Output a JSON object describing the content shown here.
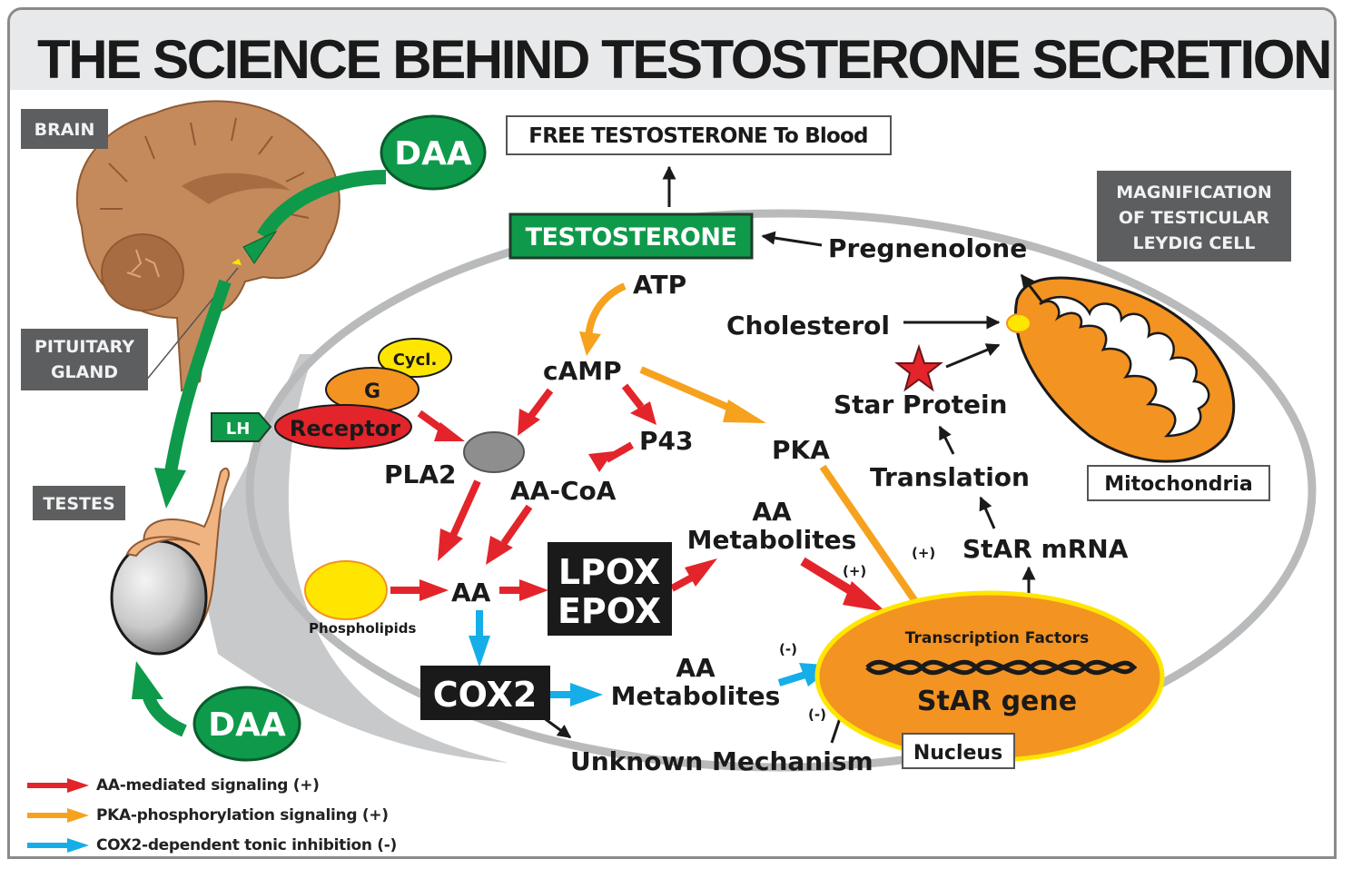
{
  "title": "THE SCIENCE BEHIND TESTOSTERONE SECRETION",
  "colors": {
    "green": "#0e9a4a",
    "red": "#e3242b",
    "orange_signal": "#f6a21e",
    "blue_signal": "#16aee8",
    "orange_organelle": "#f39321",
    "yellow": "#ffe600",
    "tag_gray": "#5d5e60",
    "brain": "#c58a5c",
    "black_box": "#1a1a1a"
  },
  "organ_tags": {
    "brain": "BRAIN",
    "pituitary_line1": "PITUITARY",
    "pituitary_line2": "GLAND",
    "testes": "TESTES",
    "magnification_line1": "MAGNIFICATION",
    "magnification_line2": "OF TESTICULAR",
    "magnification_line3": "LEYDIG CELL"
  },
  "daa": {
    "top": "DAA",
    "bottom": "DAA"
  },
  "nodes": {
    "free_testosterone": "FREE TESTOSTERONE To Blood",
    "testosterone": "TESTOSTERONE",
    "pregnenolone": "Pregnenolone",
    "atp": "ATP",
    "camp": "cAMP",
    "cholesterol": "Cholesterol",
    "star_protein": "Star Protein",
    "translation": "Translation",
    "star_mrna": "StAR mRNA",
    "mitochondria": "Mitochondria",
    "cycl": "Cycl.",
    "g": "G",
    "lh": "LH",
    "receptor": "Receptor",
    "pla2": "PLA2",
    "p43": "P43",
    "pka": "PKA",
    "aa_coa": "AA-CoA",
    "aa": "AA",
    "phospholipids": "Phospholipids",
    "lpox": "LPOX",
    "epox": "EPOX",
    "aa_metabolites_upper_1": "AA",
    "aa_metabolites_upper_2": "Metabolites",
    "cox2": "COX2",
    "aa_metabolites_lower_1": "AA",
    "aa_metabolites_lower_2": "Metabolites",
    "unknown_mechanism": "Unknown Mechanism",
    "transcription_factors": "Transcription Factors",
    "star_gene": "StAR gene",
    "nucleus": "Nucleus"
  },
  "signs": {
    "pka_to_nucleus": "(+)",
    "metabolites_to_nucleus": "(+)",
    "cox2_metabolites_to_nucleus": "(-)",
    "unknown_to_nucleus": "(-)"
  },
  "legend": [
    {
      "label": "AA-mediated signaling (+)",
      "color": "#e3242b"
    },
    {
      "label": "PKA-phosphorylation signaling (+)",
      "color": "#f6a21e"
    },
    {
      "label": "COX2-dependent tonic inhibition (-)",
      "color": "#16aee8"
    }
  ]
}
